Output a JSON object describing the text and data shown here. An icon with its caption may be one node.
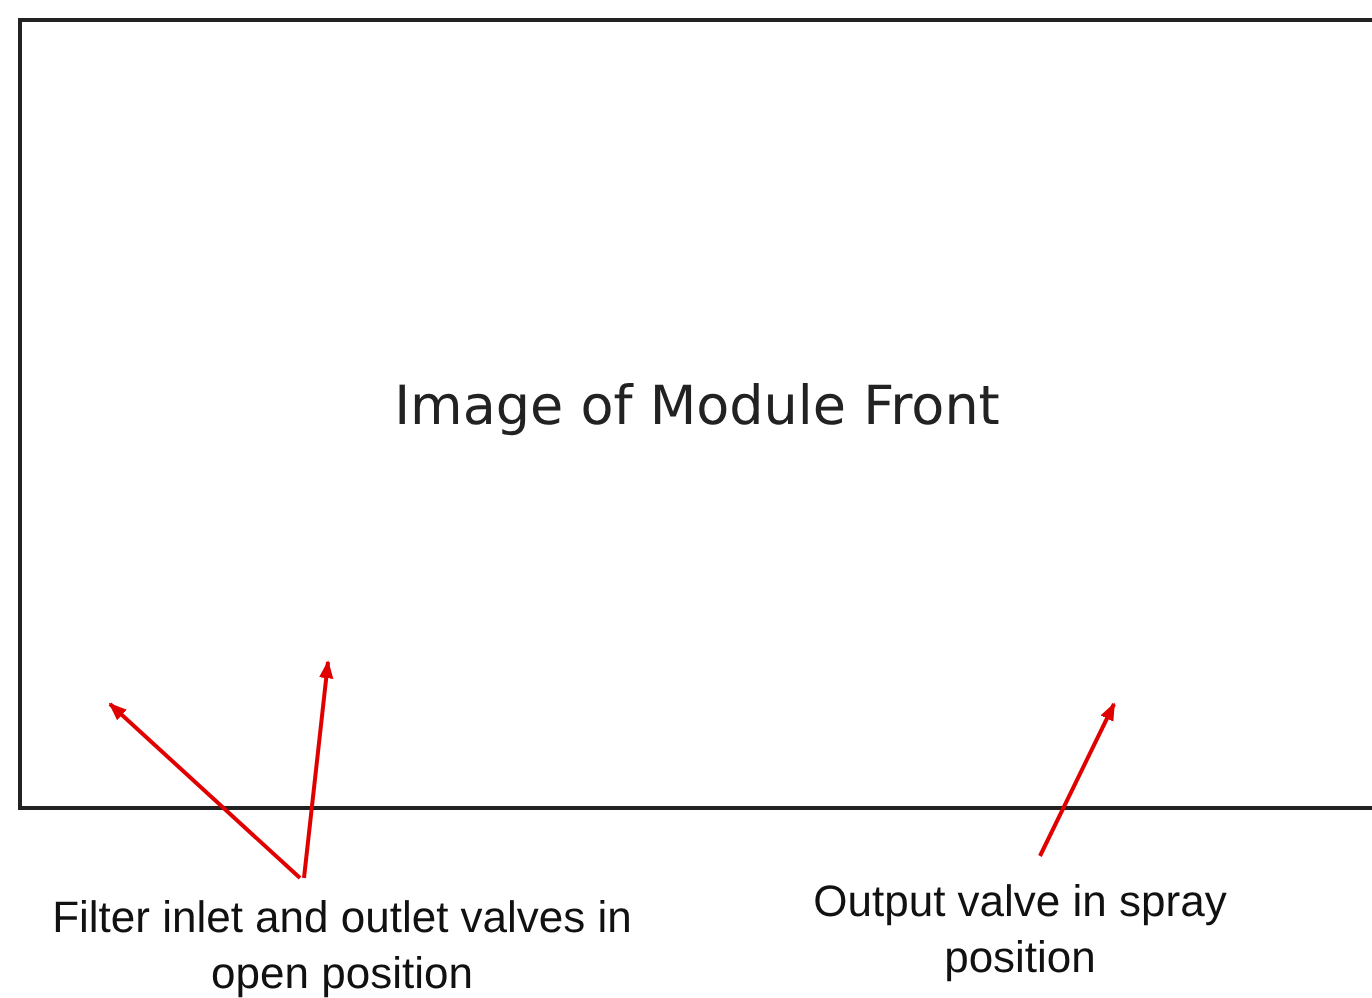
{
  "diagram": {
    "nodes": [
      {
        "text": [
          "Image of Module Front"
        ]
      },
      {
        "text": [
          "Filter inlet and outlet valves in open position"
        ]
      },
      {
        "text": [
          "Output valve in spray position"
        ]
      }
    ],
    "edges": [
      {
        "from": 1,
        "to": 0,
        "arrow": "to"
      },
      {
        "from": 1,
        "to": 0,
        "arrow": "to"
      },
      {
        "from": 2,
        "to": 0,
        "arrow": "to"
      }
    ]
  }
}
